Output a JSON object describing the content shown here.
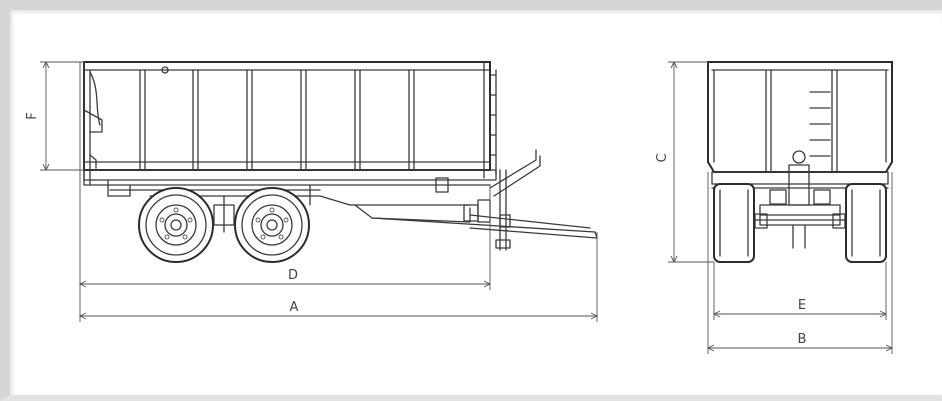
{
  "labels": {
    "F": "F",
    "C": "C",
    "D": "D",
    "A": "A",
    "E": "E",
    "B": "B"
  },
  "colors": {
    "line": "#3a3a3a",
    "frame": "#d6d6d6",
    "background": "#ffffff"
  }
}
